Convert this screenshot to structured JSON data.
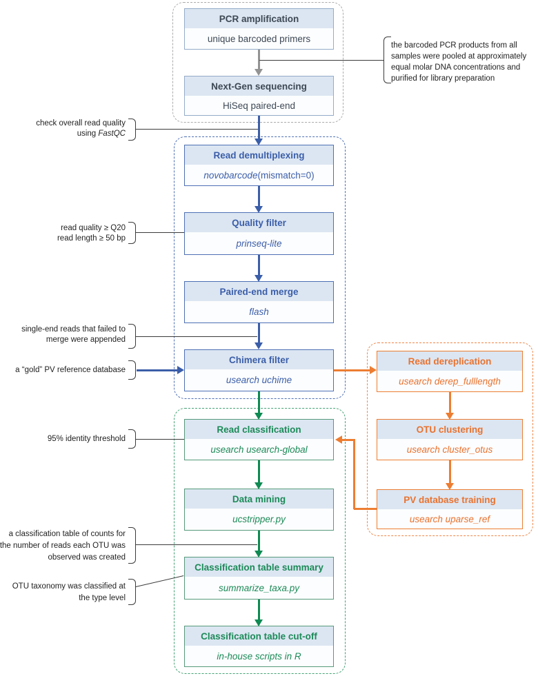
{
  "colors": {
    "blue": "#3b5ea9",
    "green": "#1c8a58",
    "orange": "#ed7d31",
    "slate": "#3d4855",
    "header_bg": "#dce6f2",
    "connector": "#3a3a3a",
    "gray_arrow": "#939393"
  },
  "flow": {
    "pcr": {
      "title": "PCR amplification",
      "body": "unique barcoded primers"
    },
    "ngs": {
      "title": "Next-Gen sequencing",
      "body": "HiSeq paired-end"
    },
    "demux": {
      "title": "Read demultiplexing",
      "body_tool": "novobarcode",
      "body_note": " (mismatch=0)"
    },
    "quality": {
      "title": "Quality filter",
      "body": "prinseq-lite"
    },
    "merge": {
      "title": "Paired-end merge",
      "body": "flash"
    },
    "chimera": {
      "title": "Chimera filter",
      "body": "usearch uchime"
    },
    "classify": {
      "title": "Read classification",
      "body": "usearch usearch-global"
    },
    "mining": {
      "title": "Data mining",
      "body": "ucstripper.py"
    },
    "summary": {
      "title": "Classification table summary",
      "body": "summarize_taxa.py"
    },
    "cutoff": {
      "title": "Classification table cut-off",
      "body": "in-house scripts in R"
    },
    "derep": {
      "title": "Read dereplication",
      "body": "usearch derep_fulllength"
    },
    "otu": {
      "title": "OTU clustering",
      "body": "usearch cluster_otus"
    },
    "pvtrain": {
      "title": "PV database training",
      "body": "usearch uparse_ref"
    }
  },
  "annotations": {
    "pooling": {
      "line1": "the barcoded PCR products from all",
      "line2": "samples were pooled at approximately",
      "line3": "equal molar DNA concentrations and",
      "line4": "purified for library preparation"
    },
    "fastqc": {
      "line1": "check overall read quality",
      "line2_prefix": "using ",
      "line2_tool": "FastQC"
    },
    "quality": {
      "line1": "read quality ≥ Q20",
      "line2": "read length ≥ 50 bp"
    },
    "singleend": {
      "line1": "single-end reads that failed to",
      "line2": "merge were appended"
    },
    "gold": {
      "text": "a “gold” PV reference database"
    },
    "identity": {
      "text": "95% identity threshold"
    },
    "counts": {
      "line1": "a classification table of counts for",
      "line2": "the number of reads each OTU was",
      "line3": "observed was created"
    },
    "taxonomy": {
      "line1": "OTU taxonomy was classified at",
      "line2": "the type level"
    }
  }
}
